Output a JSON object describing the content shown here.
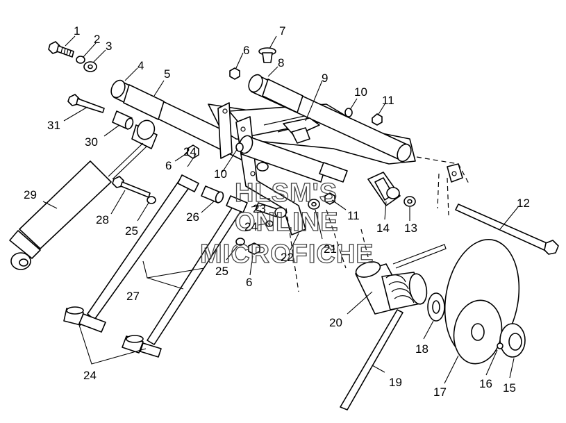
{
  "watermark": {
    "line1": "HLSM'S",
    "line2": "ONLINE",
    "line3": "MICROFICHE"
  },
  "callouts": [
    {
      "id": "c1",
      "text": "1"
    },
    {
      "id": "c2",
      "text": "2"
    },
    {
      "id": "c3",
      "text": "3"
    },
    {
      "id": "c4",
      "text": "4"
    },
    {
      "id": "c5",
      "text": "5"
    },
    {
      "id": "c6a",
      "text": "6"
    },
    {
      "id": "c7",
      "text": "7"
    },
    {
      "id": "c8",
      "text": "8"
    },
    {
      "id": "c9",
      "text": "9"
    },
    {
      "id": "c10a",
      "text": "10"
    },
    {
      "id": "c11a",
      "text": "11"
    },
    {
      "id": "c31",
      "text": "31"
    },
    {
      "id": "c30",
      "text": "30"
    },
    {
      "id": "c6b",
      "text": "6"
    },
    {
      "id": "c24a",
      "text": "24"
    },
    {
      "id": "c10b",
      "text": "10"
    },
    {
      "id": "c29",
      "text": "29"
    },
    {
      "id": "c28",
      "text": "28"
    },
    {
      "id": "c25a",
      "text": "25"
    },
    {
      "id": "c26",
      "text": "26"
    },
    {
      "id": "c23",
      "text": "23"
    },
    {
      "id": "c24b",
      "text": "24"
    },
    {
      "id": "c11b",
      "text": "11"
    },
    {
      "id": "c14",
      "text": "14"
    },
    {
      "id": "c13",
      "text": "13"
    },
    {
      "id": "c12",
      "text": "12"
    },
    {
      "id": "c21",
      "text": "21"
    },
    {
      "id": "c22",
      "text": "22"
    },
    {
      "id": "c25b",
      "text": "25"
    },
    {
      "id": "c6c",
      "text": "6"
    },
    {
      "id": "c27",
      "text": "27"
    },
    {
      "id": "c20",
      "text": "20"
    },
    {
      "id": "c18",
      "text": "18"
    },
    {
      "id": "c24c",
      "text": "24"
    },
    {
      "id": "c19",
      "text": "19"
    },
    {
      "id": "c17",
      "text": "17"
    },
    {
      "id": "c16",
      "text": "16"
    },
    {
      "id": "c15",
      "text": "15"
    }
  ]
}
